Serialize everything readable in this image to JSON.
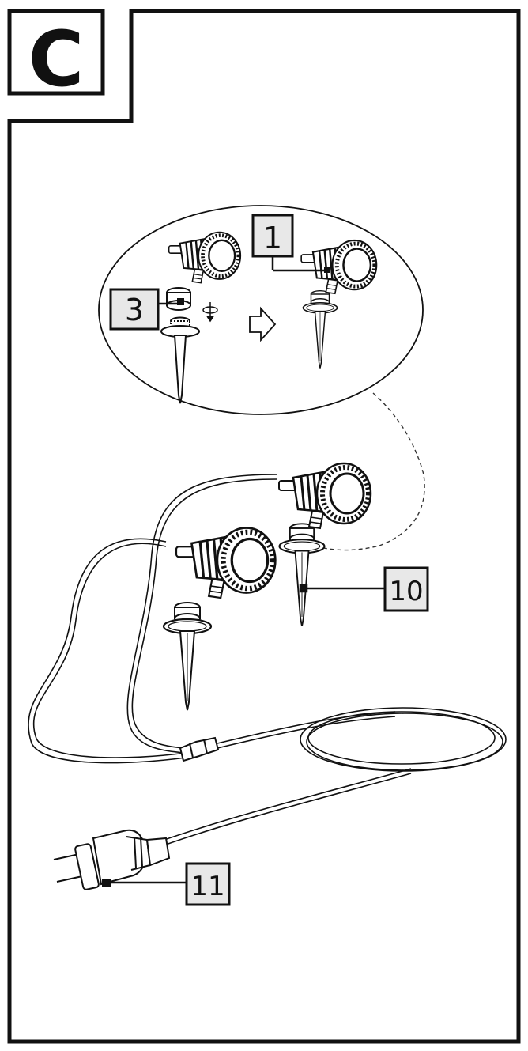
{
  "section": {
    "letter": "C"
  },
  "callouts": {
    "c1": "1",
    "c3": "3",
    "c10": "10",
    "c11": "11"
  },
  "colors": {
    "line": "#111111",
    "callout_fill": "#e8e8e8",
    "background": "#ffffff"
  }
}
